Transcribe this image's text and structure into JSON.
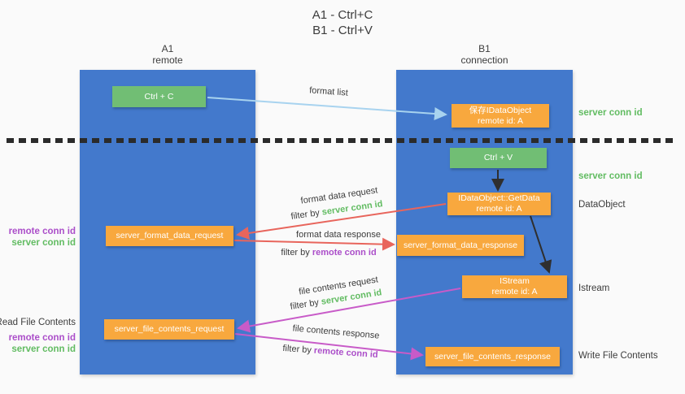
{
  "title": {
    "line1": "A1 - Ctrl+C",
    "line2": "B1 - Ctrl+V"
  },
  "lanes": {
    "a1": {
      "name": "A1",
      "subtitle": "remote"
    },
    "b1": {
      "name": "B1",
      "subtitle": "connection"
    }
  },
  "nodes": {
    "ctrl_c": "Ctrl + C",
    "ctrl_v": "Ctrl + V",
    "save_dataobject": {
      "line1": "保存IDataObject",
      "line2": "remote id: A"
    },
    "getdata": {
      "line1": "IDataObject::GetData",
      "line2": "remote id: A"
    },
    "istream": {
      "line1": "IStream",
      "line2": "remote id: A"
    },
    "format_request": "server_format_data_request",
    "format_response": "server_format_data_response",
    "file_request": "server_file_contents_request",
    "file_response": "server_file_contents_response"
  },
  "labels": {
    "format_list": "format list",
    "format_data_request": "format data request",
    "format_data_response": "format data response",
    "file_contents_request": "file contents request",
    "file_contents_response": "file contents response",
    "filter_by": "filter by",
    "server_conn_id": "server conn id",
    "remote_conn_id": "remote conn id"
  },
  "side_labels": {
    "dataobject": "DataObject",
    "istream": "Istream",
    "write_file_contents": "Write File Contents",
    "read_file_contents": "Read File Contents",
    "server_conn_id": "server conn id",
    "remote_conn_id": "remote conn id"
  },
  "colors": {
    "lane_blue": "#4379CC",
    "node_orange": "#F8A83E",
    "node_green": "#71BE74",
    "green_text": "#62BC62",
    "purple_text": "#AB4EC9",
    "red_arrow": "#E8655C",
    "magenta_arrow": "#C85BC8",
    "light_blue_arrow": "#A8D3EF",
    "black_arrow": "#2F2F2F",
    "background": "#FAFAFA",
    "dark_text": "#3C3C3C"
  }
}
